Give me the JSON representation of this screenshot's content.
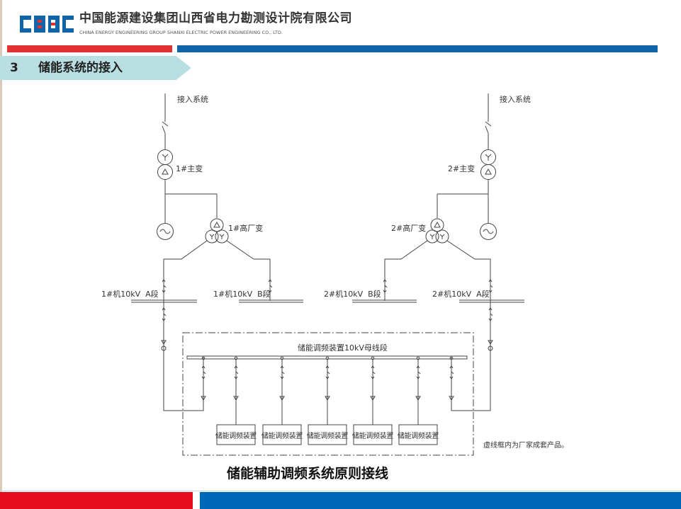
{
  "header": {
    "company_cn": "中国能源建设集团山西省电力勘测设计院有限公司",
    "company_en": "CHINA ENERGY ENGINEERING GROUP SHANXI ELECTRIC POWER ENGINEERING CO., LTD.",
    "logo_text": "CEEC",
    "colors": {
      "red": "#e03331",
      "blue": "#1264a8",
      "section_bg": "#b9dfe3"
    }
  },
  "section": {
    "number": "3",
    "title": "储能系统的接入"
  },
  "diagram": {
    "grid_in_left": "接入系统",
    "grid_in_right": "接入系统",
    "main_tx_1": "1#主变",
    "main_tx_2": "2#主变",
    "aux_tx_1": "1#高厂变",
    "aux_tx_2": "2#高厂变",
    "bus_1a": "1#机10kV  A段",
    "bus_1b": "1#机10kV  B段",
    "bus_2b": "2#机10kV  B段",
    "bus_2a": "2#机10kV  A段",
    "ess_bus": "储能调频装置10kV母线段",
    "devices": [
      "储能调频装置",
      "储能调频装置",
      "储能调频装置",
      "储能调频装置",
      "储能调频装置"
    ],
    "note": "虚线框内为厂家成套产品。"
  },
  "caption": "储能辅助调频系统原则接线"
}
